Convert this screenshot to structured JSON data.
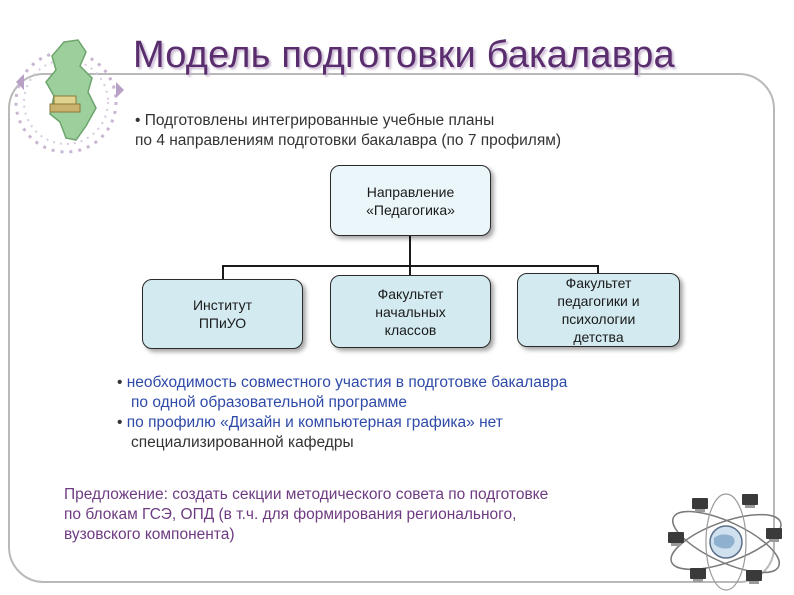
{
  "title": "Модель подготовки бакалавра",
  "intro": {
    "line1": "• Подготовлены интегрированные учебные планы",
    "line2": "по 4 направлениям подготовки бакалавра (по 7 профилям)"
  },
  "org_chart": {
    "root": {
      "line1": "Направление",
      "line2": "«Педагогика»"
    },
    "children": [
      {
        "line1": "Институт",
        "line2": "ППиУО"
      },
      {
        "line1": "Факультет",
        "line2": "начальных",
        "line3": "классов"
      },
      {
        "line1": "Факультет",
        "line2": "педагогики и",
        "line3": "психологии",
        "line4": "детства"
      }
    ]
  },
  "notes": [
    {
      "bullet": "•",
      "line1": "необходимость совместного участия в подготовке бакалавра",
      "line2": "по одной образовательной программе"
    },
    {
      "bullet": "•",
      "line1": "по профилю «Дизайн и компьютерная графика» нет",
      "line2": "специализированной кафедры"
    }
  ],
  "proposal": {
    "line1": "Предложение: создать секции методического совета по подготовке",
    "line2": "по блокам ГСЭ, ОПД (в т.ч. для формирования регионального,",
    "line3": "вузовского компонента)"
  },
  "icons": {
    "logo": "region-map-logo-icon",
    "network": "computer-network-globe-icon"
  },
  "colors": {
    "title": "#5a2d6e",
    "notes": "#2e4aa8",
    "proposal": "#6e3b82",
    "box_fill": "#d2eaf0",
    "frame": "#b9b9b9"
  }
}
